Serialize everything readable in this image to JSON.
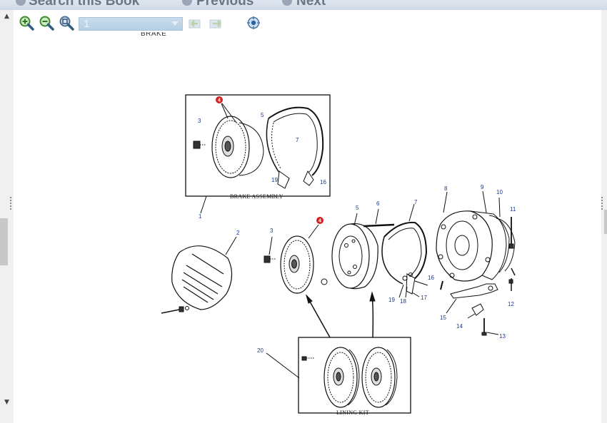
{
  "nav": {
    "search_label": "Search this Book",
    "previous_label": "Previous",
    "next_label": "Next"
  },
  "toolbar": {
    "page_value": "1",
    "top_label_cut": "BRAKE"
  },
  "figure": {
    "brake_assembly_caption": "BRAKE ASSEMBLY",
    "lining_kit_caption": "LINING KIT",
    "callouts": {
      "c1": "1",
      "c2": "2",
      "c3a": "3",
      "c3b": "3",
      "c4a": "4",
      "c4b": "4",
      "c5a": "5",
      "c5b": "5",
      "c6": "6",
      "c7a": "7",
      "c7b": "7",
      "c8": "8",
      "c9": "9",
      "c10": "10",
      "c11": "11",
      "c12": "12",
      "c13": "13",
      "c14": "14",
      "c15": "15",
      "c16a": "16",
      "c16b": "16",
      "c17": "17",
      "c18": "18",
      "c19a": "19",
      "c19b": "19",
      "c20": "20"
    }
  },
  "colors": {
    "callout_blue": "#1a3a8a",
    "callout_red": "#d42020",
    "select_blue": "#b6cfe4"
  }
}
